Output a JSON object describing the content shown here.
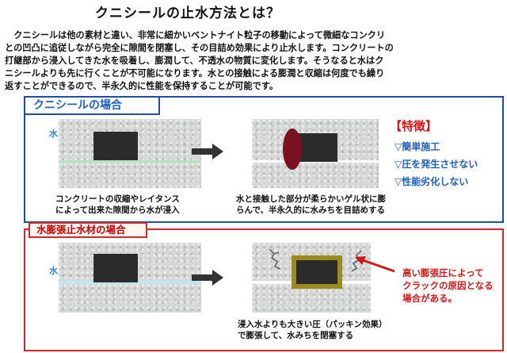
{
  "title": "クニシールの止水方法とは？",
  "intro_lines": [
    "　クニシールは他の素材と違い、非常に細かいベントナイト粒子の移動によって微細なコンクリ",
    "との凹凸に追従しながら完全に隙間を閉塞し、その目詰め効果により止水します。コンクリートの",
    "打継部から浸入してきた水を吸着し、膨潤して、不透水の物質に変化します。そうなると水はク",
    "ニシールよりも先に行くことが不可能になります。水との接触による膨潤と収縮は何度でも繰り",
    "返すことができるので、半永久的に性能を保持することが可能です。"
  ],
  "section1": {
    "header": "クニシールの場合",
    "water_label": "水",
    "caption_left": [
      "コンクリートの収縮やレイタンス",
      "によって出来た隙間から水が浸入"
    ],
    "caption_right": [
      "水と接触した部分が柔らかいゲル状に膨",
      "らんで、半永久的に水みちを目詰めする"
    ],
    "features_title": "【特徴】",
    "features": [
      "▽簡単施工",
      "▽圧を発生させない",
      "▽性能劣化しない"
    ]
  },
  "section2": {
    "header": "水膨張止水材の場合",
    "water_label": "水",
    "caption_right": [
      "浸入水よりも大きい圧（パッキン効果）",
      "で膨張して、水みちを閉塞する"
    ],
    "warning": [
      "高い膨張圧によって",
      "クラックの原因となる",
      "場合がある。"
    ]
  },
  "colors": {
    "blue_border": "#1f4fa0",
    "red_border": "#d02828",
    "accent_red": "#d01818",
    "accent_blue": "#1f5fbf",
    "gel": "#7a1020",
    "swelling_material": "#9b8a1e",
    "water": "#9fd6ee"
  }
}
